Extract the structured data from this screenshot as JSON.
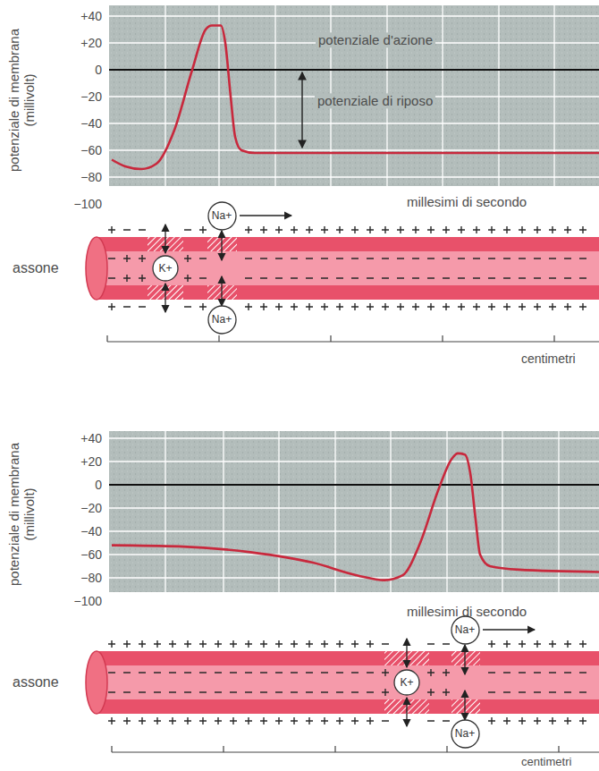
{
  "diagram": {
    "nodes": [
      {
        "text": [
          "Na+"
        ]
      },
      {
        "text": [
          "K+"
        ]
      },
      {
        "text": [
          "Na+"
        ]
      },
      {
        "text": [
          "Na+"
        ]
      },
      {
        "text": [
          "K+"
        ]
      },
      {
        "text": [
          "Na+"
        ]
      }
    ],
    "labels": [
      "potenziale di membrana (millivolt)",
      "+40",
      "+20",
      "0",
      "−20",
      "−40",
      "−60",
      "−80",
      "−100",
      "potenziale d'azione",
      "potenziale di riposo",
      "millesimi di secondo",
      "assone",
      "centimetri",
      "potenziale di membrana (millivolt)",
      "+40",
      "+20",
      "0",
      "−20",
      "−40",
      "−60",
      "−80",
      "−100",
      "millesimi di secondo",
      "assone",
      "centimetri"
    ]
  }
}
